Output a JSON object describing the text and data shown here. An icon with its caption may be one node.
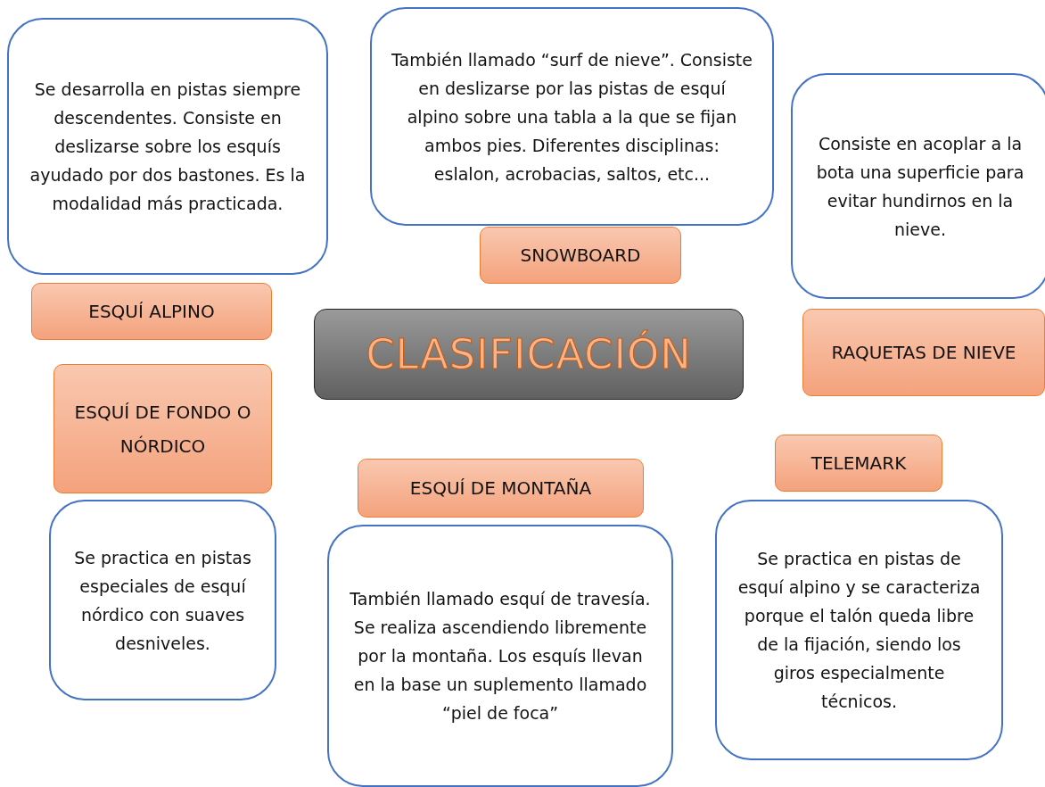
{
  "diagram": {
    "nodes": [
      {
        "text": [
          "Se desarrolla en pistas siempre descendentes. Consiste en deslizarse sobre los esquís ayudado por dos bastones. Es la modalidad más practicada."
        ]
      },
      {
        "text": [
          "También llamado “surf de nieve”. Consiste en deslizarse por las pistas de esquí alpino sobre una tabla a la que se fijan ambos pies. Diferentes disciplinas: eslalon, acrobacias, saltos, etc..."
        ]
      },
      {
        "text": [
          "Consiste en acoplar a la bota una superficie para evitar hundirnos en la nieve."
        ]
      },
      {
        "text": [
          "SNOWBOARD"
        ]
      },
      {
        "text": [
          "ESQUÍ ALPINO"
        ]
      },
      {
        "text": [
          "CLASIFICACIÓN"
        ]
      },
      {
        "text": [
          "RAQUETAS DE NIEVE"
        ]
      },
      {
        "text": [
          "ESQUÍ DE FONDO O NÓRDICO"
        ]
      },
      {
        "text": [
          "TELEMARK"
        ]
      },
      {
        "text": [
          "ESQUÍ DE MONTAÑA"
        ]
      },
      {
        "text": [
          "Se practica en pistas especiales de esquí nórdico con suaves desniveles."
        ]
      },
      {
        "text": [
          "También llamado esquí de travesía. Se realiza ascendiendo libremente por la montaña. Los esquís llevan en la base un suplemento llamado “piel de foca”"
        ]
      },
      {
        "text": [
          "Se practica en pistas de esquí alpino  y se caracteriza porque el talón queda libre de la fijación, siendo los giros especialmente técnicos."
        ]
      }
    ]
  }
}
